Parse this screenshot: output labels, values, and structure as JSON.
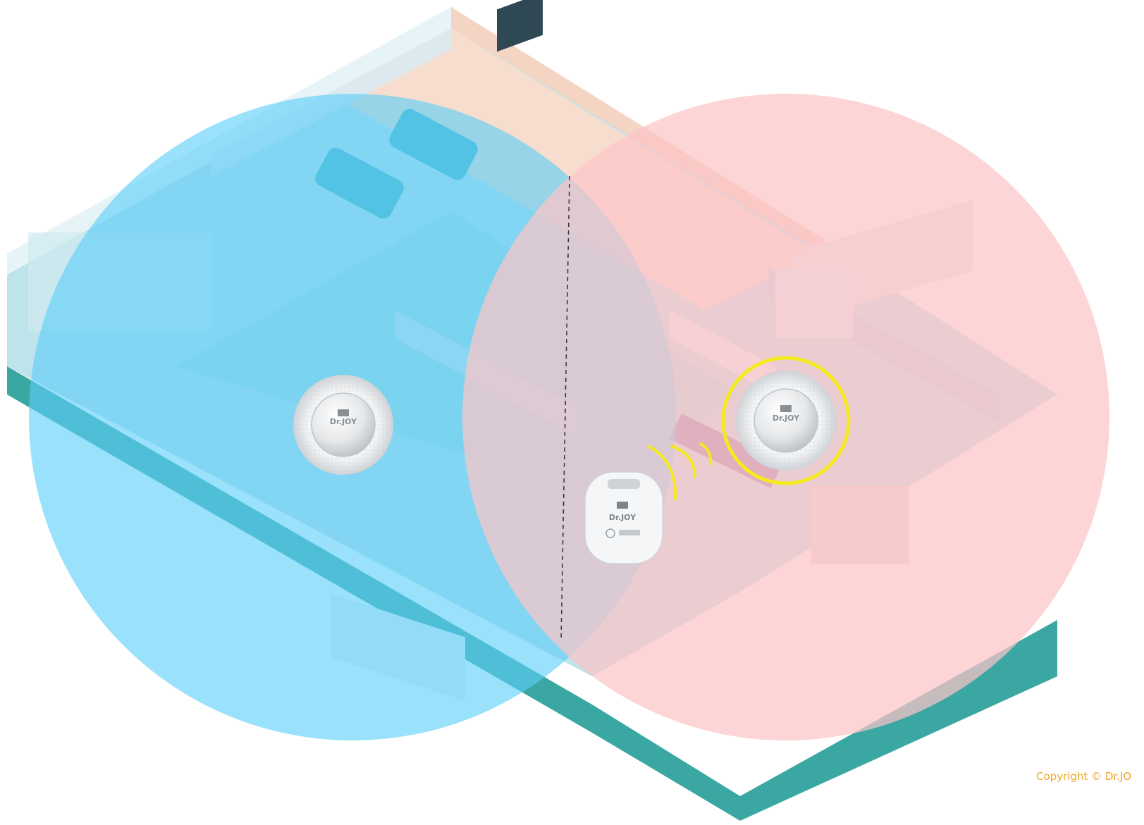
{
  "beacons": [
    {
      "label": "Dr.JOY",
      "zone_color": "#5ccff8",
      "highlighted": false
    },
    {
      "label": "Dr.JOY",
      "zone_color": "#fcc5c7",
      "highlighted": true
    }
  ],
  "tag": {
    "label": "Dr.JOY",
    "signal_color": "#f4ea1e"
  },
  "highlight_color": "#f4ea1e",
  "copyright": "Copyright © Dr.JO"
}
